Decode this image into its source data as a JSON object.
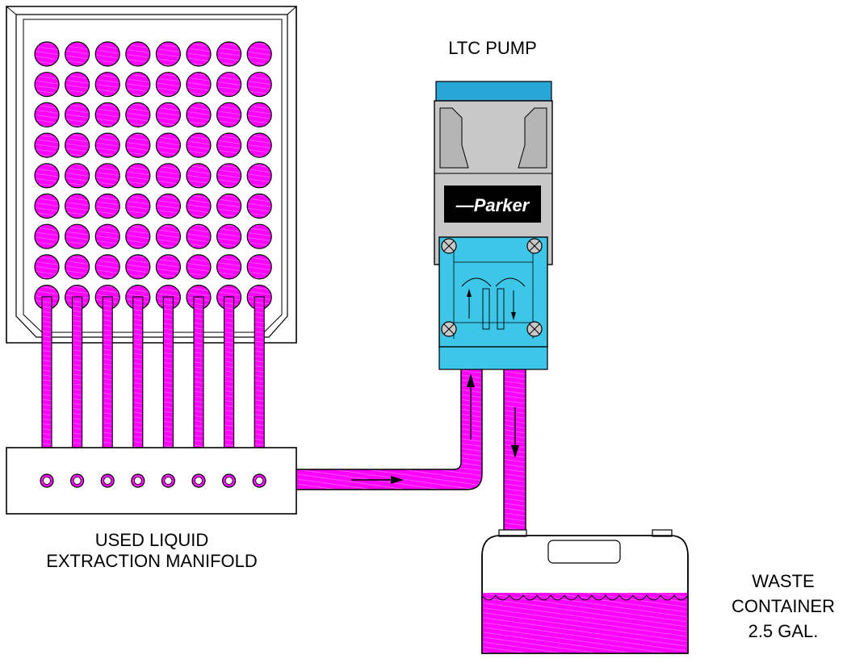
{
  "pump_label": "LTC PUMP",
  "brand": "Parker",
  "manifold_label": [
    "USED LIQUID",
    "EXTRACTION MANIFOLD"
  ],
  "waste_label": [
    "WASTE",
    "CONTAINER",
    "2.5 GAL."
  ],
  "colors": {
    "fluid": "#ff00ff",
    "pump_body": "#3ec6e8",
    "pump_top": "#2aa6d6",
    "pump_gray": "#c8c8c8",
    "outline": "#000000"
  },
  "plate": {
    "columns": 8,
    "rows": 9
  }
}
